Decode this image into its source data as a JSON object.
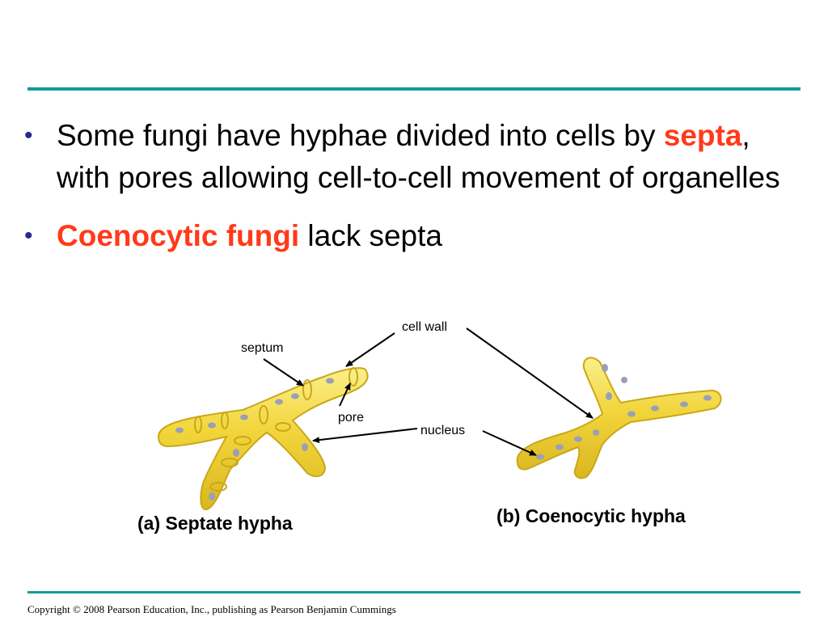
{
  "bullets": [
    {
      "parts": [
        {
          "text": "Some fungi have hyphae divided into cells by ",
          "highlight": false
        },
        {
          "text": "septa",
          "highlight": true
        },
        {
          "text": ", with pores allowing cell-to-cell movement of organelles",
          "highlight": false
        }
      ]
    },
    {
      "parts": [
        {
          "text": "Coenocytic fungi",
          "highlight": true
        },
        {
          "text": " lack septa",
          "highlight": false
        }
      ]
    }
  ],
  "figure": {
    "labels": {
      "cell_wall": "cell wall",
      "septum": "septum",
      "pore": "pore",
      "nucleus": "nucleus"
    },
    "captions": {
      "septate": "(a) Septate hypha",
      "coenocytic": "(b) Coenocytic hypha"
    }
  },
  "footer": {
    "copyright": "Copyright © 2008 Pearson Education, Inc., publishing as Pearson Benjamin Cummings"
  },
  "colors": {
    "accent_rule": "#159a96",
    "highlight": "#ff3a1a",
    "hypha_fill": "#f2d53a",
    "hypha_edge": "#c9a818",
    "nucleus": "#9a9fb8"
  }
}
